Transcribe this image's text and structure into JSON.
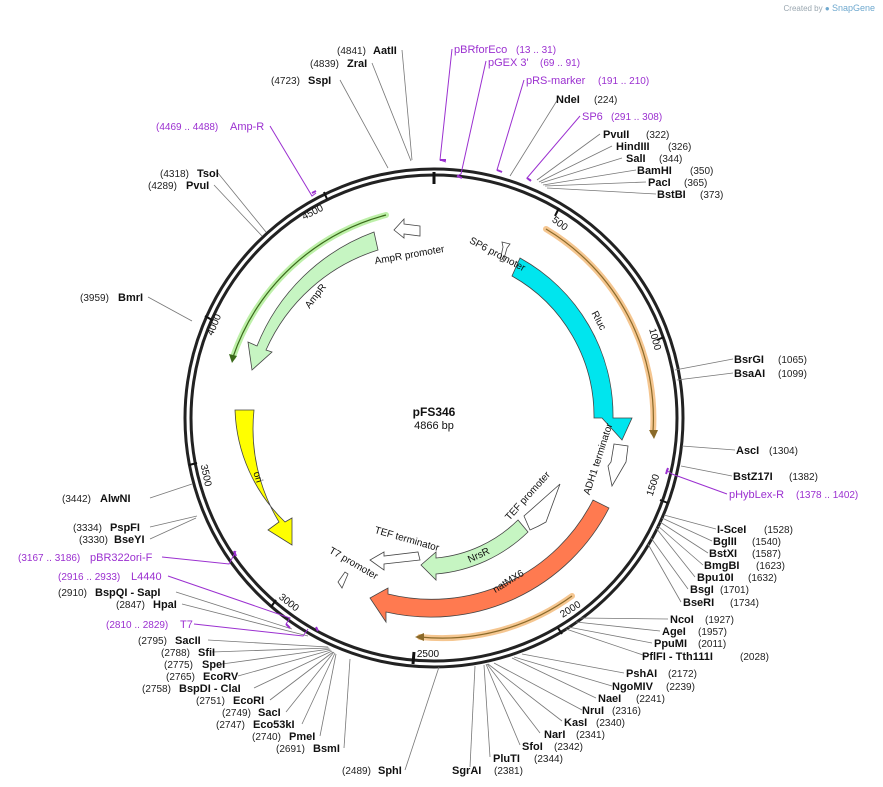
{
  "credit": {
    "prefix": "Created by",
    "brand": "SnapGene"
  },
  "plasmid": {
    "name": "pFS346",
    "length_label": "4866 bp",
    "length": 4866
  },
  "ticks": [
    {
      "label": "500",
      "pos": 500
    },
    {
      "label": "1000",
      "pos": 1000
    },
    {
      "label": "1500",
      "pos": 1500
    },
    {
      "label": "2000",
      "pos": 2000
    },
    {
      "label": "2500",
      "pos": 2500
    },
    {
      "label": "3000",
      "pos": 3000
    },
    {
      "label": "3500",
      "pos": 3500
    },
    {
      "label": "4000",
      "pos": 4000
    },
    {
      "label": "4500",
      "pos": 4500
    }
  ],
  "features": [
    {
      "label": "SP6 promoter",
      "color": "#ffffff"
    },
    {
      "label": "Rluc",
      "color": "#00e5ee"
    },
    {
      "label": "ADH1 terminator",
      "color": "#ffffff"
    },
    {
      "label": "natMX6",
      "color": "#ff7a50"
    },
    {
      "label": "NrsR",
      "color": "#c6f5c2"
    },
    {
      "label": "TEF promoter",
      "color": "#ffffff"
    },
    {
      "label": "TEF terminator",
      "color": "#ffffff"
    },
    {
      "label": "T7 promoter",
      "color": "#ffffff"
    },
    {
      "label": "ori",
      "color": "#ffff00"
    },
    {
      "label": "AmpR",
      "color": "#c6f5c2"
    },
    {
      "label": "AmpR promoter",
      "color": "#ffffff"
    }
  ],
  "sites": [
    {
      "name": "NdeI",
      "pos": "(224)"
    },
    {
      "name": "PvuII",
      "pos": "(322)"
    },
    {
      "name": "HindIII",
      "pos": "(326)"
    },
    {
      "name": "SalI",
      "pos": "(344)"
    },
    {
      "name": "BamHI",
      "pos": "(350)"
    },
    {
      "name": "PacI",
      "pos": "(365)"
    },
    {
      "name": "BstBI",
      "pos": "(373)"
    },
    {
      "name": "BsrGI",
      "pos": "(1065)"
    },
    {
      "name": "BsaAI",
      "pos": "(1099)"
    },
    {
      "name": "AscI",
      "pos": "(1304)"
    },
    {
      "name": "BstZ17I",
      "pos": "(1382)"
    },
    {
      "name": "I-SceI",
      "pos": "(1528)"
    },
    {
      "name": "BglII",
      "pos": "(1540)"
    },
    {
      "name": "BstXI",
      "pos": "(1587)"
    },
    {
      "name": "BmgBI",
      "pos": "(1623)"
    },
    {
      "name": "Bpu10I",
      "pos": "(1632)"
    },
    {
      "name": "BsgI",
      "pos": "(1701)"
    },
    {
      "name": "BseRI",
      "pos": "(1734)"
    },
    {
      "name": "NcoI",
      "pos": "(1927)"
    },
    {
      "name": "AgeI",
      "pos": "(1957)"
    },
    {
      "name": "PpuMI",
      "pos": "(2011)"
    },
    {
      "name": "PflFI - Tth111I",
      "pos": "(2028)"
    },
    {
      "name": "PshAI",
      "pos": "(2172)"
    },
    {
      "name": "NgoMIV",
      "pos": "(2239)"
    },
    {
      "name": "NaeI",
      "pos": "(2241)"
    },
    {
      "name": "NruI",
      "pos": "(2316)"
    },
    {
      "name": "KasI",
      "pos": "(2340)"
    },
    {
      "name": "NarI",
      "pos": "(2341)"
    },
    {
      "name": "SfoI",
      "pos": "(2342)"
    },
    {
      "name": "PluTI",
      "pos": "(2344)"
    },
    {
      "name": "SgrAI",
      "pos": "(2381)"
    },
    {
      "name": "SphI",
      "pos": "(2489)"
    },
    {
      "name": "BsmI",
      "pos": "(2691)"
    },
    {
      "name": "PmeI",
      "pos": "(2740)"
    },
    {
      "name": "Eco53kI",
      "pos": "(2747)"
    },
    {
      "name": "SacI",
      "pos": "(2749)"
    },
    {
      "name": "EcoRI",
      "pos": "(2751)"
    },
    {
      "name": "BspDI - ClaI",
      "pos": "(2758)"
    },
    {
      "name": "EcoRV",
      "pos": "(2765)"
    },
    {
      "name": "SpeI",
      "pos": "(2775)"
    },
    {
      "name": "SfiI",
      "pos": "(2788)"
    },
    {
      "name": "SacII",
      "pos": "(2795)"
    },
    {
      "name": "HpaI",
      "pos": "(2847)"
    },
    {
      "name": "BspQI - SapI",
      "pos": "(2910)"
    },
    {
      "name": "BseYI",
      "pos": "(3330)"
    },
    {
      "name": "PspFI",
      "pos": "(3334)"
    },
    {
      "name": "AlwNI",
      "pos": "(3442)"
    },
    {
      "name": "BmrI",
      "pos": "(3959)"
    },
    {
      "name": "PvuI",
      "pos": "(4289)"
    },
    {
      "name": "TsoI",
      "pos": "(4318)"
    },
    {
      "name": "SspI",
      "pos": "(4723)"
    },
    {
      "name": "ZraI",
      "pos": "(4839)"
    },
    {
      "name": "AatII",
      "pos": "(4841)"
    }
  ],
  "primers": [
    {
      "name": "pBRforEco",
      "range": "(13 .. 31)"
    },
    {
      "name": "pGEX 3'",
      "range": "(69 .. 91)"
    },
    {
      "name": "pRS-marker",
      "range": "(191 .. 210)"
    },
    {
      "name": "SP6",
      "range": "(291 .. 308)"
    },
    {
      "name": "pHybLex-R",
      "range": "(1378 .. 1402)"
    },
    {
      "name": "pBR322ori-F",
      "range": "(3167 .. 3186)"
    },
    {
      "name": "L4440",
      "range": "(2916 .. 2933)"
    },
    {
      "name": "T7",
      "range": "(2810 .. 2829)"
    },
    {
      "name": "Amp-R",
      "range": "(4469 .. 4488)"
    }
  ]
}
